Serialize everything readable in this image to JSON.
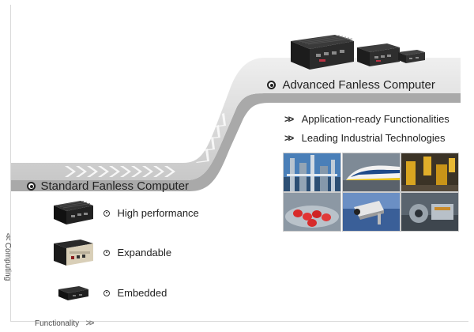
{
  "axes": {
    "y_label": "Computing",
    "x_label": "Functionality"
  },
  "levels": {
    "advanced": {
      "label": "Advanced Fanless Computer"
    },
    "standard": {
      "label": "Standard Fanless Computer"
    }
  },
  "advanced_features": [
    {
      "label": "Application-ready Functionalities"
    },
    {
      "label": "Leading Industrial Technologies"
    }
  ],
  "standard_features": [
    {
      "label": "High performance",
      "icon": "black-fanless-box-icon"
    },
    {
      "label": "Expandable",
      "icon": "silver-expandable-box-icon"
    },
    {
      "label": "Embedded",
      "icon": "small-embedded-box-icon"
    }
  ],
  "photos": [
    {
      "icon": "refinery-photo"
    },
    {
      "icon": "high-speed-train-photo"
    },
    {
      "icon": "robotic-arm-photo"
    },
    {
      "icon": "food-production-photo"
    },
    {
      "icon": "surveillance-camera-photo"
    },
    {
      "icon": "machinery-photo"
    }
  ],
  "colors": {
    "band": "#d2d2d2",
    "band_shadow": "#a8a8a8",
    "text": "#222222"
  }
}
